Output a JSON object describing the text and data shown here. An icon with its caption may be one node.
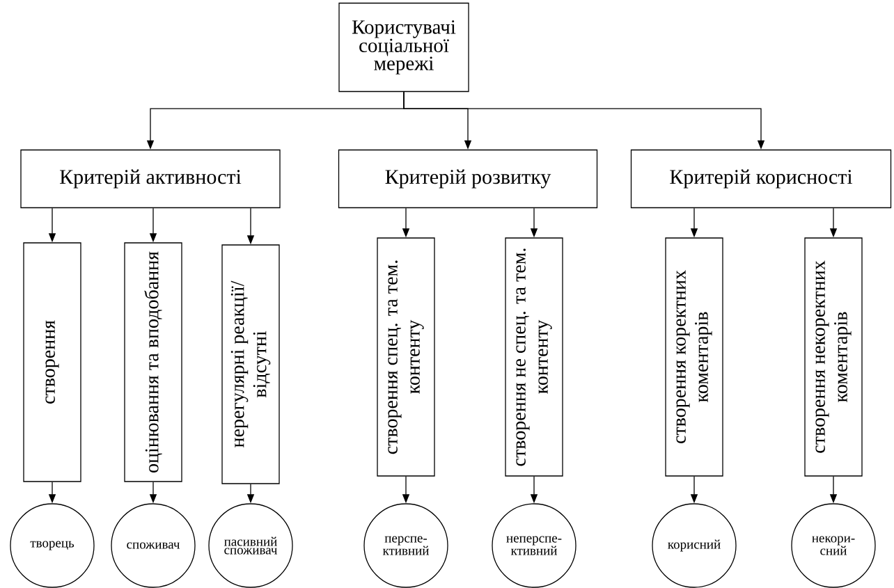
{
  "diagram": {
    "nodes": [
      {
        "text": [
          "Користувачі соціальної мережі"
        ]
      },
      {
        "text": [
          "Критерій активності"
        ]
      },
      {
        "text": [
          "Критерій розвитку"
        ]
      },
      {
        "text": [
          "Критерій корисності"
        ]
      },
      {
        "text": [
          "створення"
        ]
      },
      {
        "text": [
          "оцінювання та вподобання"
        ]
      },
      {
        "text": [
          "нерегулярні реакції/ відсутні"
        ]
      },
      {
        "text": [
          "створення спец. та тем. контенту"
        ]
      },
      {
        "text": [
          "створення не спец. та тем. контенту"
        ]
      },
      {
        "text": [
          "створення коректних коментарів"
        ]
      },
      {
        "text": [
          "створення некоректних коментарів"
        ]
      },
      {
        "text": [
          "творець"
        ]
      },
      {
        "text": [
          "споживач"
        ]
      },
      {
        "text": [
          "пасивний споживач"
        ]
      },
      {
        "text": [
          "перспе- ктивний"
        ]
      },
      {
        "text": [
          "неперспе- ктивний"
        ]
      },
      {
        "text": [
          "корисний"
        ]
      },
      {
        "text": [
          "некори- сний"
        ]
      }
    ],
    "edges": [
      {
        "from": 0,
        "to": 1,
        "arrow": "to"
      },
      {
        "from": 0,
        "to": 2,
        "arrow": "to"
      },
      {
        "from": 0,
        "to": 3,
        "arrow": "to"
      },
      {
        "from": 1,
        "to": 4,
        "arrow": "to"
      },
      {
        "from": 1,
        "to": 5,
        "arrow": "to"
      },
      {
        "from": 1,
        "to": 6,
        "arrow": "to"
      },
      {
        "from": 2,
        "to": 7,
        "arrow": "to"
      },
      {
        "from": 2,
        "to": 8,
        "arrow": "to"
      },
      {
        "from": 3,
        "to": 9,
        "arrow": "to"
      },
      {
        "from": 3,
        "to": 10,
        "arrow": "to"
      },
      {
        "from": 4,
        "to": 11,
        "arrow": "to"
      },
      {
        "from": 5,
        "to": 12,
        "arrow": "to"
      },
      {
        "from": 6,
        "to": 13,
        "arrow": "to"
      },
      {
        "from": 7,
        "to": 14,
        "arrow": "to"
      },
      {
        "from": 8,
        "to": 15,
        "arrow": "to"
      },
      {
        "from": 9,
        "to": 16,
        "arrow": "to"
      },
      {
        "from": 10,
        "to": 17,
        "arrow": "to"
      }
    ]
  }
}
